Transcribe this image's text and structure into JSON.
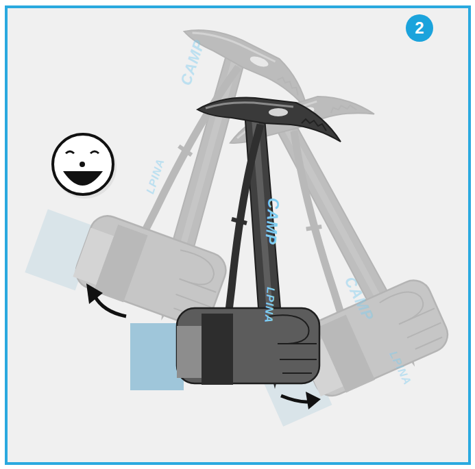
{
  "diagram": {
    "nodes": [
      {
        "text": [
          "2"
        ]
      }
    ],
    "labels": [
      "CAMP",
      "LPINA",
      "CAMP",
      "LPINA",
      "CAMP",
      "LPINA"
    ]
  }
}
